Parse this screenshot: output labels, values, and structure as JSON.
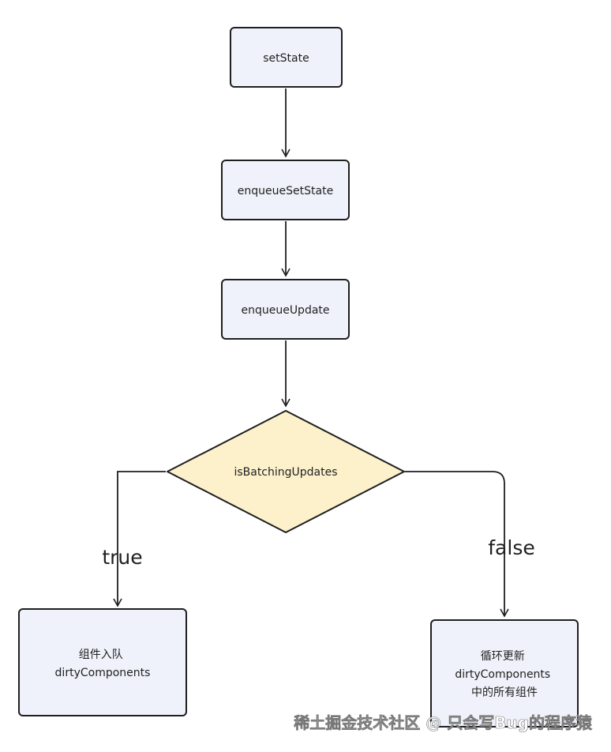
{
  "nodes": {
    "set_state": "setState",
    "enqueue_set_state": "enqueueSetState",
    "enqueue_update": "enqueueUpdate",
    "decision": "isBatchingUpdates",
    "true_branch": [
      "组件入队",
      "dirtyComponents"
    ],
    "false_branch": [
      "循环更新",
      "dirtyComponents",
      "中的所有组件"
    ]
  },
  "edges": {
    "true_label": "true",
    "false_label": "false"
  },
  "watermark": "稀土掘金技术社区 @ 只会写Bug的程序猿",
  "colors": {
    "box_fill": "#eff2fa",
    "decision_fill": "#fdf1cc",
    "stroke": "#1f1f1f"
  }
}
